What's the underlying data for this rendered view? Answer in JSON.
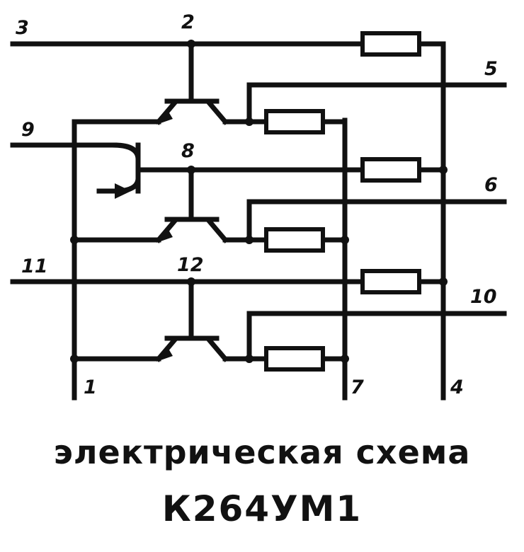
{
  "pins": {
    "p1": "1",
    "p2": "2",
    "p3": "3",
    "p4": "4",
    "p5": "5",
    "p6": "6",
    "p7": "7",
    "p8": "8",
    "p9": "9",
    "p10": "10",
    "p11": "11",
    "p12": "12"
  },
  "caption": {
    "line1": "электрическая схема",
    "line2": "К264УМ1"
  },
  "colors": {
    "ink": "#111111",
    "background": "#ffffff"
  }
}
